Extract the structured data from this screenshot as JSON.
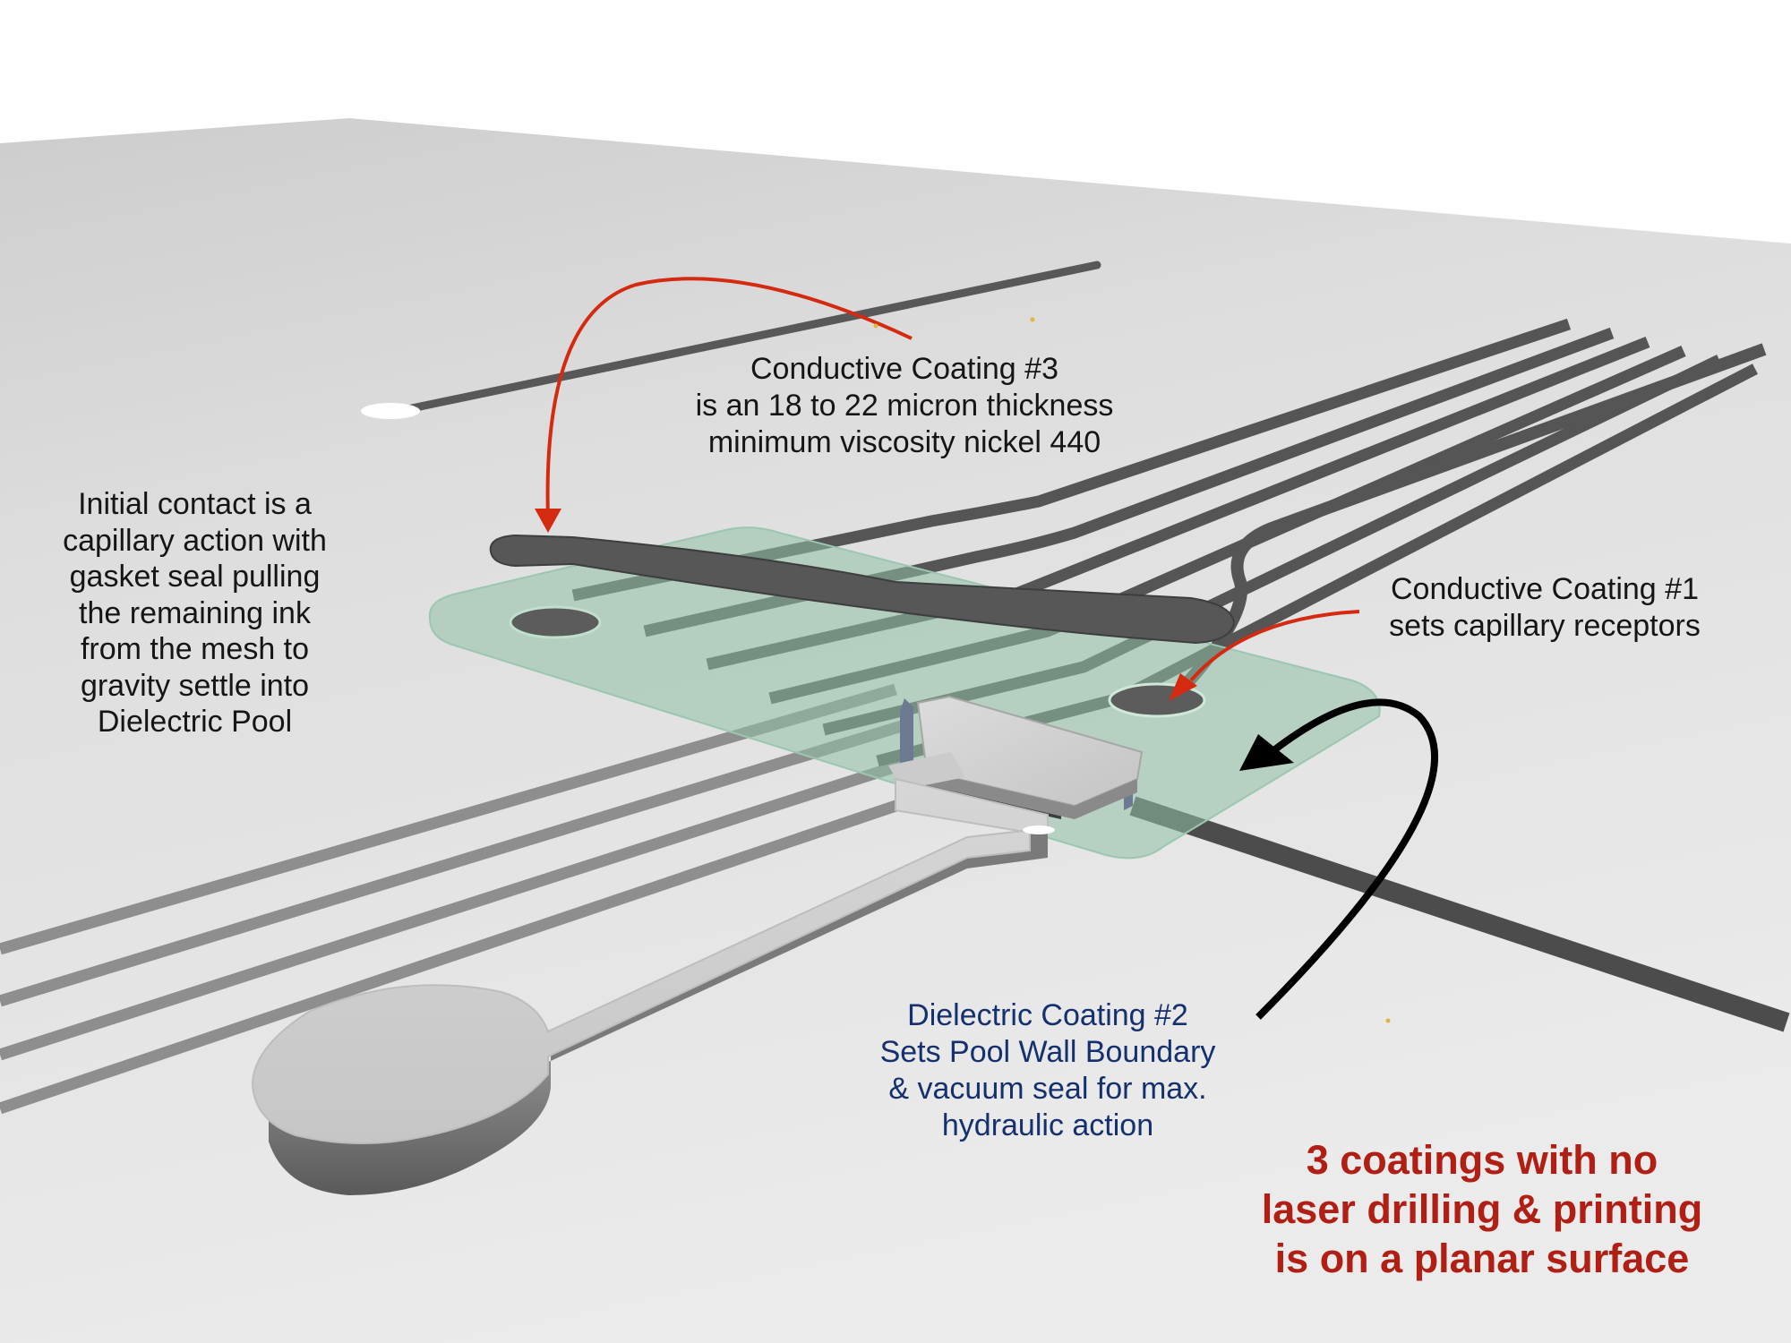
{
  "labels": {
    "coating3": [
      "Conductive Coating #3",
      "is an 18 to 22 micron thickness",
      "minimum viscosity nickel 440"
    ],
    "initial_contact": [
      "Initial contact is a",
      "capillary action with",
      "gasket seal pulling",
      "the remaining ink",
      "from the mesh to",
      "gravity settle into",
      "Dielectric Pool"
    ],
    "coating1": [
      "Conductive Coating #1",
      "sets capillary receptors"
    ],
    "dielectric2": [
      "Dielectric Coating #2",
      "Sets Pool Wall Boundary",
      "& vacuum seal for max.",
      "hydraulic action"
    ],
    "summary": [
      "3 coatings with no",
      "laser drilling & printing",
      "is on a planar surface"
    ]
  },
  "colors": {
    "label_text": "#151515",
    "dielectric_text": "#15306e",
    "summary_text": "#b01e14",
    "red_arrow": "#d42a10",
    "black_arrow": "#000000",
    "dielectric_pool": "#8fbfa6",
    "conductive_trace": "#4a4a4a",
    "board_surface": "#e3e3e3"
  }
}
